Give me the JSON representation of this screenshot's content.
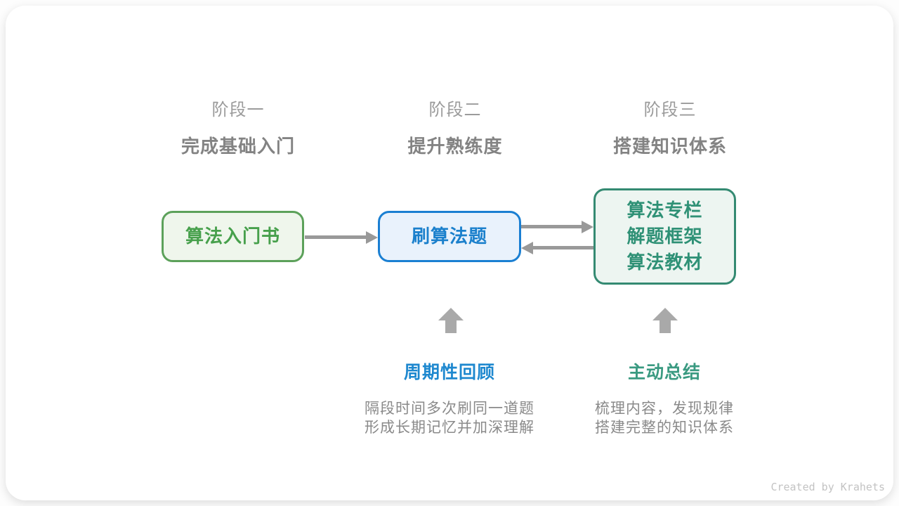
{
  "stages": [
    {
      "label": "阶段一",
      "subtitle": "完成基础入门"
    },
    {
      "label": "阶段二",
      "subtitle": "提升熟练度"
    },
    {
      "label": "阶段三",
      "subtitle": "搭建知识体系"
    }
  ],
  "nodes": [
    {
      "lines": [
        "算法入门书"
      ],
      "border": "#5ca15a",
      "bg": "#eff6ec",
      "text_color": "#47a04c"
    },
    {
      "lines": [
        "刷算法题"
      ],
      "border": "#1a7fd2",
      "bg": "#e9f2fc",
      "text_color": "#1b80cc"
    },
    {
      "lines": [
        "算法专栏",
        "解题框架",
        "算法教材"
      ],
      "border": "#348a72",
      "bg": "#edf5f1",
      "text_color": "#2f9176"
    }
  ],
  "annotations": [
    {
      "title": "周期性回顾",
      "title_color": "#1e88cf",
      "desc_line1": "隔段时间多次刷同一道题",
      "desc_line2": "形成长期记忆并加深理解"
    },
    {
      "title": "主动总结",
      "title_color": "#3a9a81",
      "desc_line1": "梳理内容，发现规律",
      "desc_line2": "搭建完整的知识体系"
    }
  ],
  "credit": "Created by Krahets",
  "colors": {
    "arrow": "#999999",
    "block_arrow": "#a9a9a9",
    "stage_label": "#9b9b9b",
    "stage_subtitle": "#838383",
    "description_text": "#8a8a8a",
    "credit_text": "#c3c3c3",
    "card_bg": "#ffffff"
  }
}
